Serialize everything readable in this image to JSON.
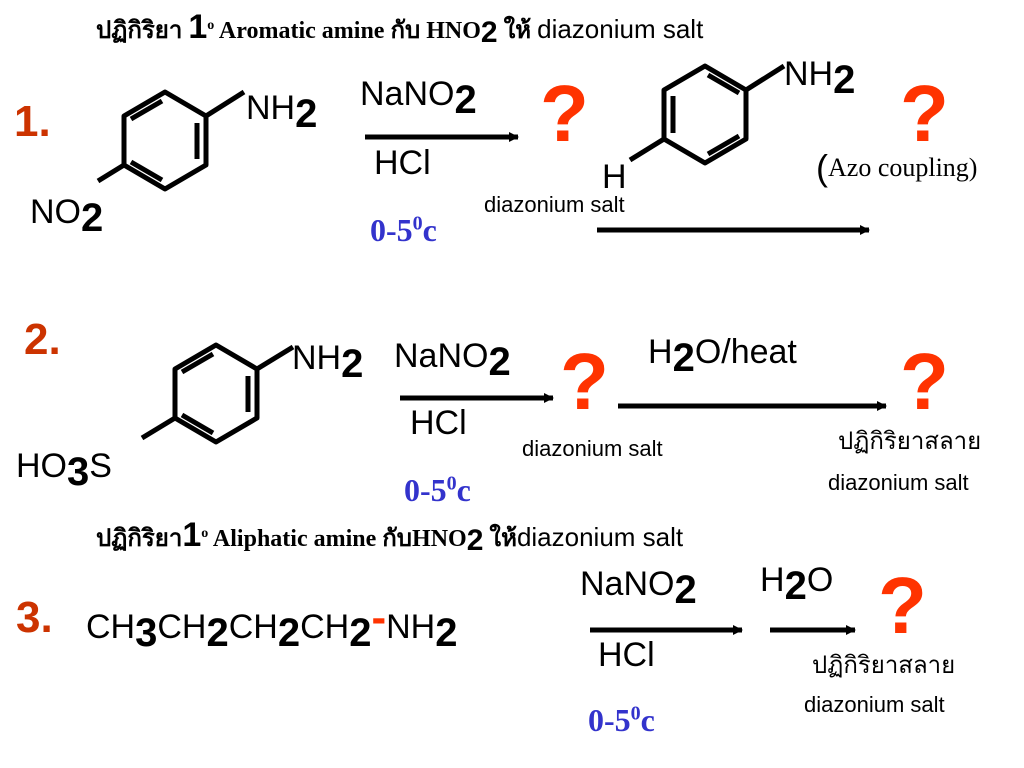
{
  "heading1": {
    "thai_prefix": "ปฏิกิริยา",
    "degree_number": "1",
    "degree_mark": "o",
    "text": "Aromatic amine กับ HNO",
    "subscript": "2",
    "thai_suffix": "ให้",
    "product": "diazonium salt"
  },
  "heading2": {
    "thai_prefix": "ปฏิกิริยา",
    "degree_number": "1",
    "degree_mark": "o",
    "text": "Aliphatic amine กับHNO",
    "subscript": "2",
    "thai_suffix": "ให้",
    "product": "diazonium salt"
  },
  "reaction1": {
    "number": "1.",
    "amine_group": "NH",
    "amine_sub": "2",
    "substituent": "NO",
    "substituent_sub": "2",
    "reagent_top": "NaNO",
    "reagent_top_sub": "2",
    "reagent_bottom": "HCl",
    "temp_main": "0-5",
    "temp_sup": "0",
    "temp_unit": "c",
    "intermediate_label": "diazonium salt",
    "unknown_1": "?",
    "coupling_amine": "NH",
    "coupling_amine_sub": "2",
    "coupling_h": "H",
    "unknown_2": "?",
    "note_open": "(",
    "note": "Azo coupling)"
  },
  "reaction2": {
    "number": "2.",
    "amine_group": "NH",
    "amine_sub": "2",
    "substituent_a": "HO",
    "substituent_sub": "3",
    "substituent_b": "S",
    "reagent_top": "NaNO",
    "reagent_top_sub": "2",
    "reagent_bottom": "HCl",
    "temp_main": "0-5",
    "temp_sup": "0",
    "temp_unit": "c",
    "intermediate_label": "diazonium salt",
    "unknown_1": "?",
    "step2_reagent_a": "H",
    "step2_reagent_sub": "2",
    "step2_reagent_b": "O/heat",
    "unknown_2": "?",
    "note_thai": "ปฏิกิริยาสลาย",
    "note_en": "diazonium salt"
  },
  "reaction3": {
    "number": "3.",
    "formula": [
      {
        "t": "CH",
        "s": "3"
      },
      {
        "t": "CH",
        "s": "2"
      },
      {
        "t": "CH",
        "s": "2"
      },
      {
        "t": "CH",
        "s": "2"
      }
    ],
    "dash": "-",
    "amine": "NH",
    "amine_sub": "2",
    "reagent_top": "NaNO",
    "reagent_top_sub": "2",
    "reagent_bottom": "HCl",
    "temp_main": "0-5",
    "temp_sup": "0",
    "temp_unit": "c",
    "step2_reagent_a": "H",
    "step2_reagent_sub": "2",
    "step2_reagent_b": "O",
    "unknown": "?",
    "note_thai": "ปฏิกิริยาสลาย",
    "note_en": "diazonium salt"
  }
}
